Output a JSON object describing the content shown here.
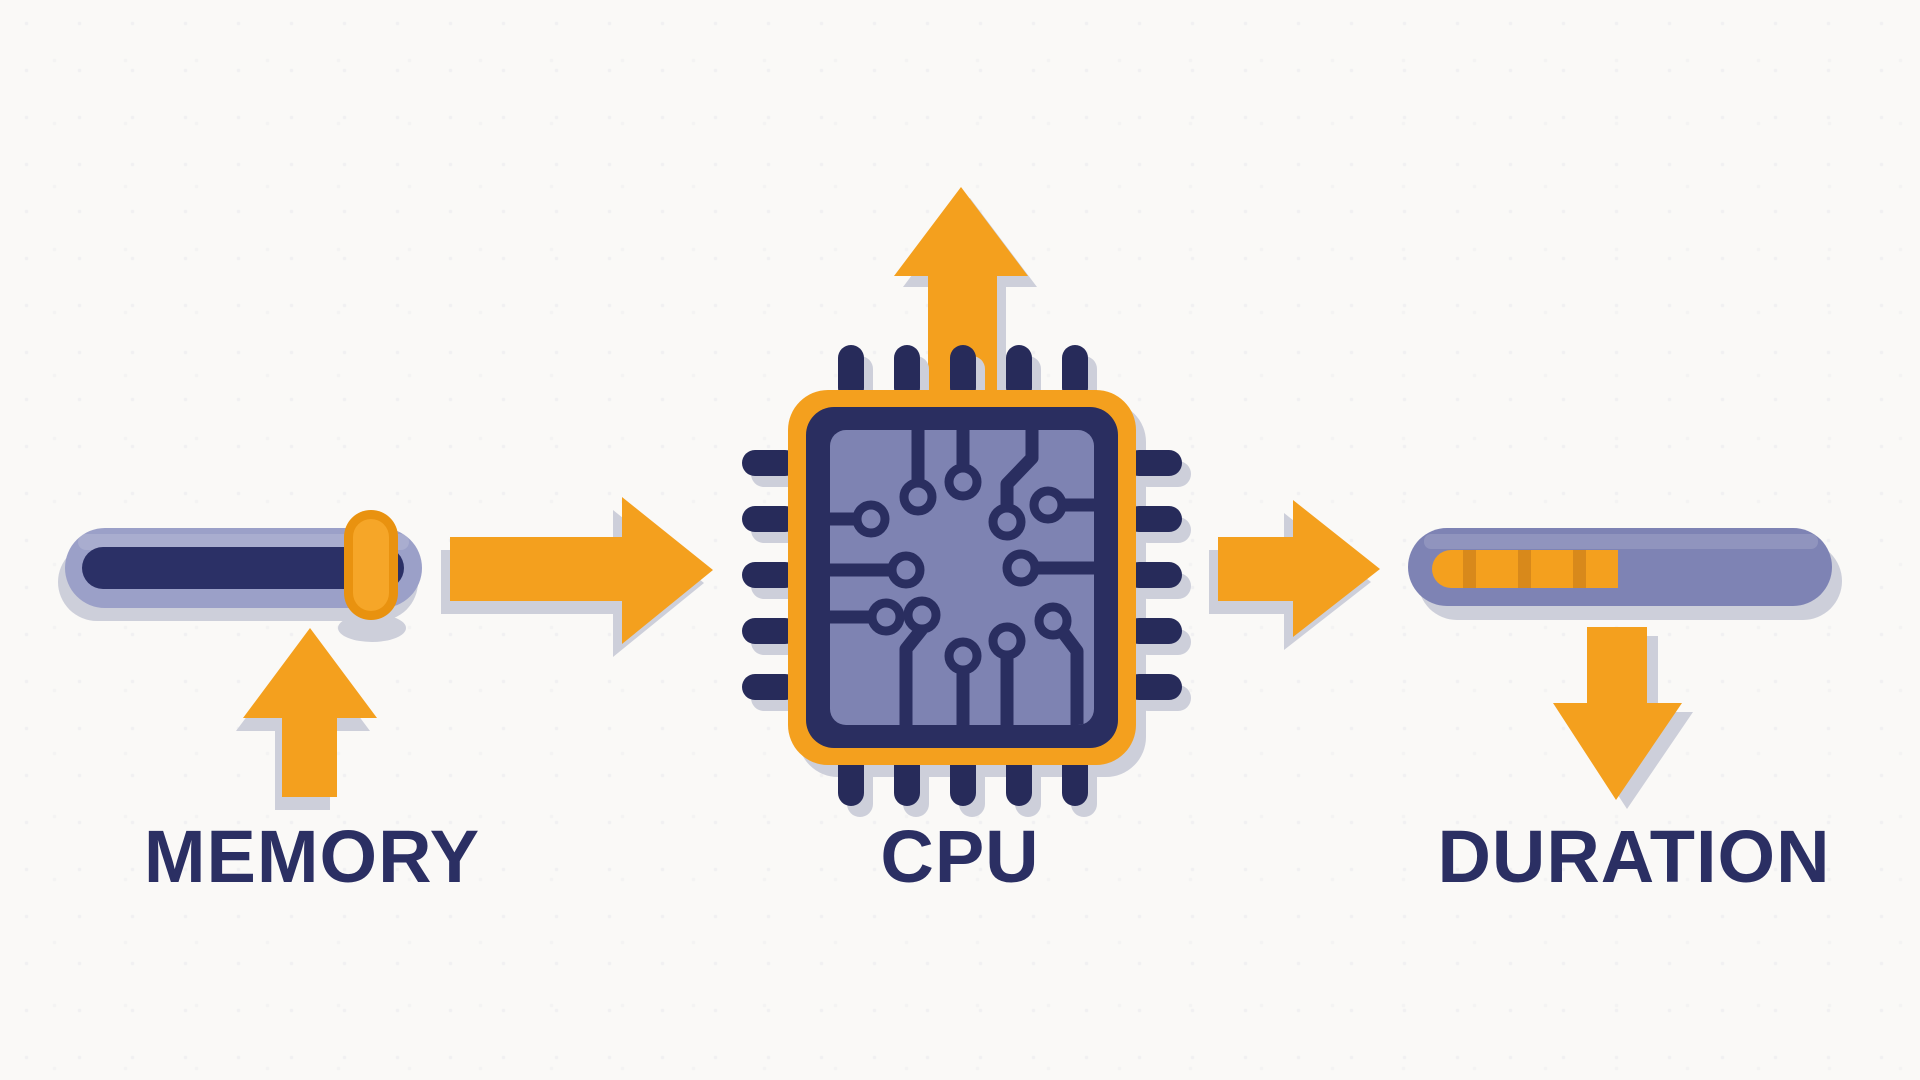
{
  "labels": {
    "memory": "MEMORY",
    "cpu": "CPU",
    "duration": "DURATION"
  },
  "icons": [
    {
      "name": "memory-slider-icon",
      "meaning": "horizontal slider track with orange handle"
    },
    {
      "name": "cpu-chip-icon",
      "meaning": "microchip with circuit traces and pins"
    },
    {
      "name": "duration-progress-icon",
      "meaning": "pill progress bar with segmented orange fill"
    },
    {
      "name": "arrow-memory-up-icon",
      "meaning": "up arrow pointing at memory slider"
    },
    {
      "name": "arrow-memory-to-cpu-icon",
      "meaning": "right arrow from memory to cpu"
    },
    {
      "name": "arrow-cpu-up-icon",
      "meaning": "up arrow rising out of cpu chip"
    },
    {
      "name": "arrow-cpu-to-duration-icon",
      "meaning": "right arrow from cpu to duration"
    },
    {
      "name": "arrow-duration-down-icon",
      "meaning": "down arrow below duration bar"
    }
  ],
  "values": {
    "memory_slider_percent": 85,
    "duration_segments_filled": 4,
    "duration_progress_percent": 47
  },
  "colors": {
    "bg": "#FAF9F7",
    "orange": "#F4A01E",
    "orangeDark": "#D8891B",
    "handleOuter": "#E9920F",
    "handleInner": "#F6A628",
    "navy": "#2A2E60",
    "pin": "#272B5A",
    "trackLight": "#9BA0C8",
    "trackInner": "#2B3066",
    "barPurple": "#7E83B4",
    "chipPurple": "#7E83B2",
    "shadow": "#CDCFDA",
    "text": "#2B2F63"
  }
}
